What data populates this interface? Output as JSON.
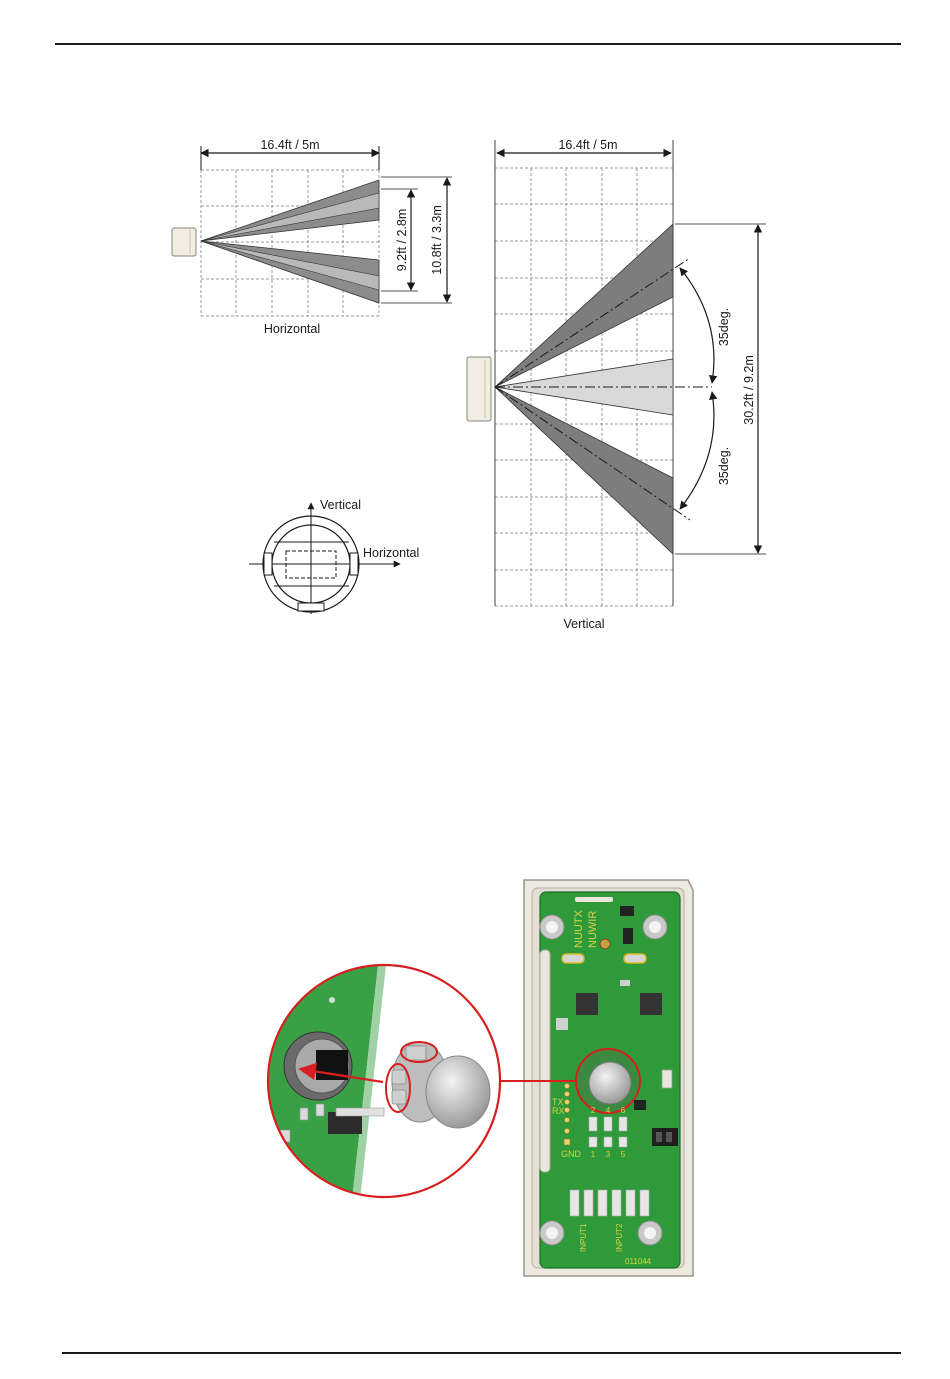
{
  "horizontal_diagram": {
    "width_dim": "16.4ft / 5m",
    "inner_height_dim": "9.2ft / 2.8m",
    "outer_height_dim": "10.8ft / 3.3m",
    "caption": "Horizontal"
  },
  "vertical_diagram": {
    "width_dim": "16.4ft / 5m",
    "height_dim": "30.2ft / 9.2m",
    "upper_angle": "35deg.",
    "lower_angle": "35deg.",
    "caption": "Vertical"
  },
  "lens_orientation": {
    "vertical_label": "Vertical",
    "horizontal_label": "Horizontal"
  },
  "pcb_labels": {
    "model_1": "NUUTX",
    "model_2": "NUWIR",
    "tx": "TX",
    "rx": "RX",
    "gnd": "GND",
    "pins_top": [
      "2",
      "4",
      "6"
    ],
    "pins_bottom": [
      "1",
      "3",
      "5"
    ],
    "input1": "INPUT1",
    "input2": "INPUT2",
    "code": "011044"
  }
}
